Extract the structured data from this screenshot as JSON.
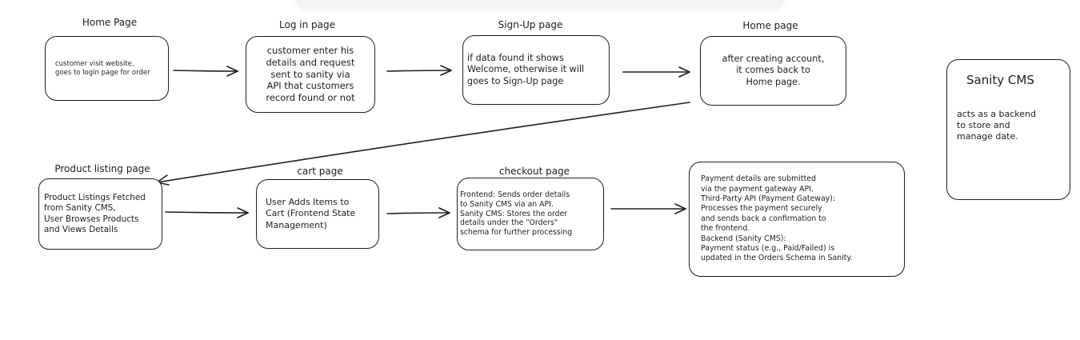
{
  "nodes": {
    "home1": {
      "title": "Home Page",
      "lines": [
        "customer visit website,",
        "goes to login page for order"
      ]
    },
    "login": {
      "title": "Log in page",
      "lines": [
        "customer enter his",
        "details and request",
        "sent to sanity via",
        "API that customers",
        "record found  or not"
      ]
    },
    "signup": {
      "title": "Sign-Up page",
      "lines": [
        "if data found it shows",
        "Welcome, otherwise it will",
        "goes to Sign-Up page"
      ]
    },
    "home2": {
      "title": "Home page",
      "lines": [
        "after creating account,",
        "it comes back to",
        "Home page."
      ]
    },
    "sanity": {
      "title": "Sanity CMS",
      "lines": [
        "acts as a backend",
        "to store and",
        "manage date."
      ]
    },
    "products": {
      "title": "Product listing page",
      "lines": [
        "Product Listings Fetched",
        "from Sanity CMS,",
        "User Browses Products",
        "and Views Details"
      ]
    },
    "cart": {
      "title": "cart page",
      "lines": [
        "User Adds Items to",
        "Cart (Frontend State",
        " Management)"
      ]
    },
    "checkout": {
      "title": "checkout page",
      "lines": [
        "Frontend: Sends order details",
        "  to Sanity CMS via an API.",
        "Sanity CMS: Stores the order",
        "  details under the \"Orders\"",
        "  schema for further processing"
      ]
    },
    "payment": {
      "lines": [
        "Payment details are submitted",
        "via the payment gateway API,",
        "Third-Party API (Payment Gateway):",
        "Processes the payment securely",
        "and sends back a confirmation to",
        " the frontend.",
        "Backend (Sanity CMS):",
        "Payment status (e.g., Paid/Failed) is",
        " updated in the Orders Schema in Sanity."
      ]
    }
  },
  "colors": {
    "stroke": "#1e1e1e",
    "background": "#ffffff",
    "topbar": "#f4f4f6"
  }
}
